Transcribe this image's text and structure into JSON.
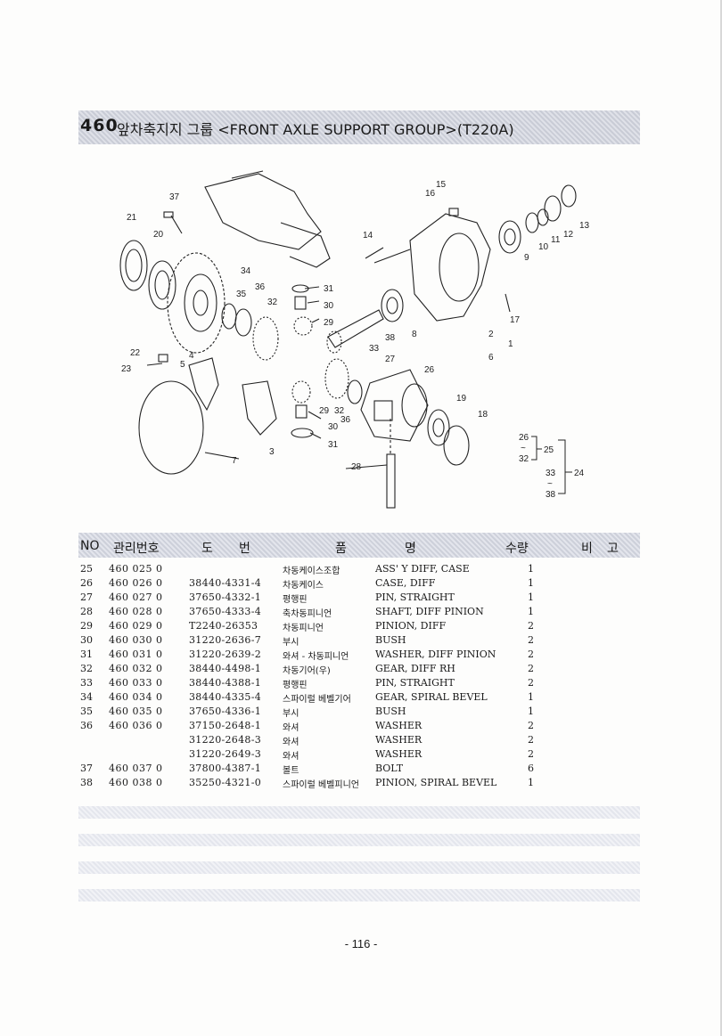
{
  "header": {
    "number": "460",
    "title": "앞차축지지 그룹 <FRONT AXLE SUPPORT GROUP>(T220A)"
  },
  "diagram": {
    "callouts": [
      "15",
      "16",
      "37",
      "21",
      "20",
      "14",
      "13",
      "12",
      "11",
      "10",
      "9",
      "34",
      "36",
      "35",
      "32",
      "31",
      "30",
      "29",
      "38",
      "8",
      "17",
      "2",
      "1",
      "6",
      "22",
      "23",
      "4",
      "5",
      "33",
      "27",
      "26",
      "19",
      "18",
      "29",
      "32",
      "30",
      "36",
      "31",
      "7",
      "3",
      "28"
    ],
    "legend": {
      "group_25": [
        "26",
        "~",
        "32",
        "25"
      ],
      "group_24": [
        "33",
        "~",
        "38",
        "24"
      ]
    }
  },
  "table": {
    "headers": [
      "NO",
      "관리번호",
      "도",
      "번",
      "품",
      "명",
      "수량",
      "비",
      "고"
    ],
    "rows": [
      {
        "no": "25",
        "code": "460 025 0",
        "part": "",
        "kr": "차동케이스조합",
        "en": "ASS' Y DIFF, CASE",
        "qty": "1"
      },
      {
        "no": "26",
        "code": "460 026 0",
        "part": "38440-4331-4",
        "kr": "차동케이스",
        "en": "CASE, DIFF",
        "qty": "1"
      },
      {
        "no": "27",
        "code": "460 027 0",
        "part": "37650-4332-1",
        "kr": "평행핀",
        "en": "PIN, STRAIGHT",
        "qty": "1"
      },
      {
        "no": "28",
        "code": "460 028 0",
        "part": "37650-4333-4",
        "kr": "축차동피니언",
        "en": "SHAFT, DIFF PINION",
        "qty": "1"
      },
      {
        "no": "29",
        "code": "460 029 0",
        "part": "T2240-26353",
        "kr": "차동피니언",
        "en": "PINION, DIFF",
        "qty": "2"
      },
      {
        "no": "30",
        "code": "460 030 0",
        "part": "31220-2636-7",
        "kr": "부시",
        "en": "BUSH",
        "qty": "2"
      },
      {
        "no": "31",
        "code": "460 031 0",
        "part": "31220-2639-2",
        "kr": "와셔 - 차동피니언",
        "en": "WASHER, DIFF PINION",
        "qty": "2"
      },
      {
        "no": "32",
        "code": "460 032 0",
        "part": "38440-4498-1",
        "kr": "차동기어(우)",
        "en": "GEAR, DIFF RH",
        "qty": "2"
      },
      {
        "no": "33",
        "code": "460 033 0",
        "part": "38440-4388-1",
        "kr": "평행핀",
        "en": "PIN, STRAIGHT",
        "qty": "2"
      },
      {
        "no": "34",
        "code": "460 034 0",
        "part": "38440-4335-4",
        "kr": "스파이럴 베벨기어",
        "en": "GEAR, SPIRAL BEVEL",
        "qty": "1"
      },
      {
        "no": "35",
        "code": "460 035 0",
        "part": "37650-4336-1",
        "kr": "부시",
        "en": "BUSH",
        "qty": "1"
      },
      {
        "no": "36",
        "code": "460 036 0",
        "part": "37150-2648-1",
        "kr": "와셔",
        "en": "WASHER",
        "qty": "2"
      },
      {
        "no": "",
        "code": "",
        "part": "31220-2648-3",
        "kr": "와셔",
        "en": "WASHER",
        "qty": "2"
      },
      {
        "no": "",
        "code": "",
        "part": "31220-2649-3",
        "kr": "와셔",
        "en": "WASHER",
        "qty": "2"
      },
      {
        "no": "37",
        "code": "460 037 0",
        "part": "37800-4387-1",
        "kr": "볼트",
        "en": "BOLT",
        "qty": "6"
      },
      {
        "no": "38",
        "code": "460 038 0",
        "part": "35250-4321-0",
        "kr": "스파이럴 베벨피니언",
        "en": "PINION, SPIRAL BEVEL",
        "qty": "1"
      }
    ]
  },
  "footer": {
    "page": "- 116 -"
  }
}
